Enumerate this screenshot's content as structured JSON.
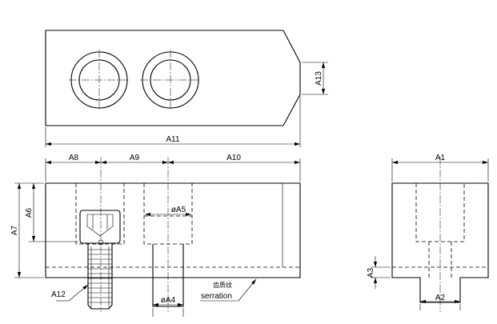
{
  "labels": {
    "a1": "A1",
    "a2": "A2",
    "a3": "A3",
    "a6": "A6",
    "a7": "A7",
    "a8": "A8",
    "a9": "A9",
    "a10": "A10",
    "a11": "A11",
    "a12": "A12",
    "a13": "A13",
    "a4": "øA4",
    "a5": "øA5",
    "serration_cn": "齿质纹",
    "serration": "serration"
  }
}
